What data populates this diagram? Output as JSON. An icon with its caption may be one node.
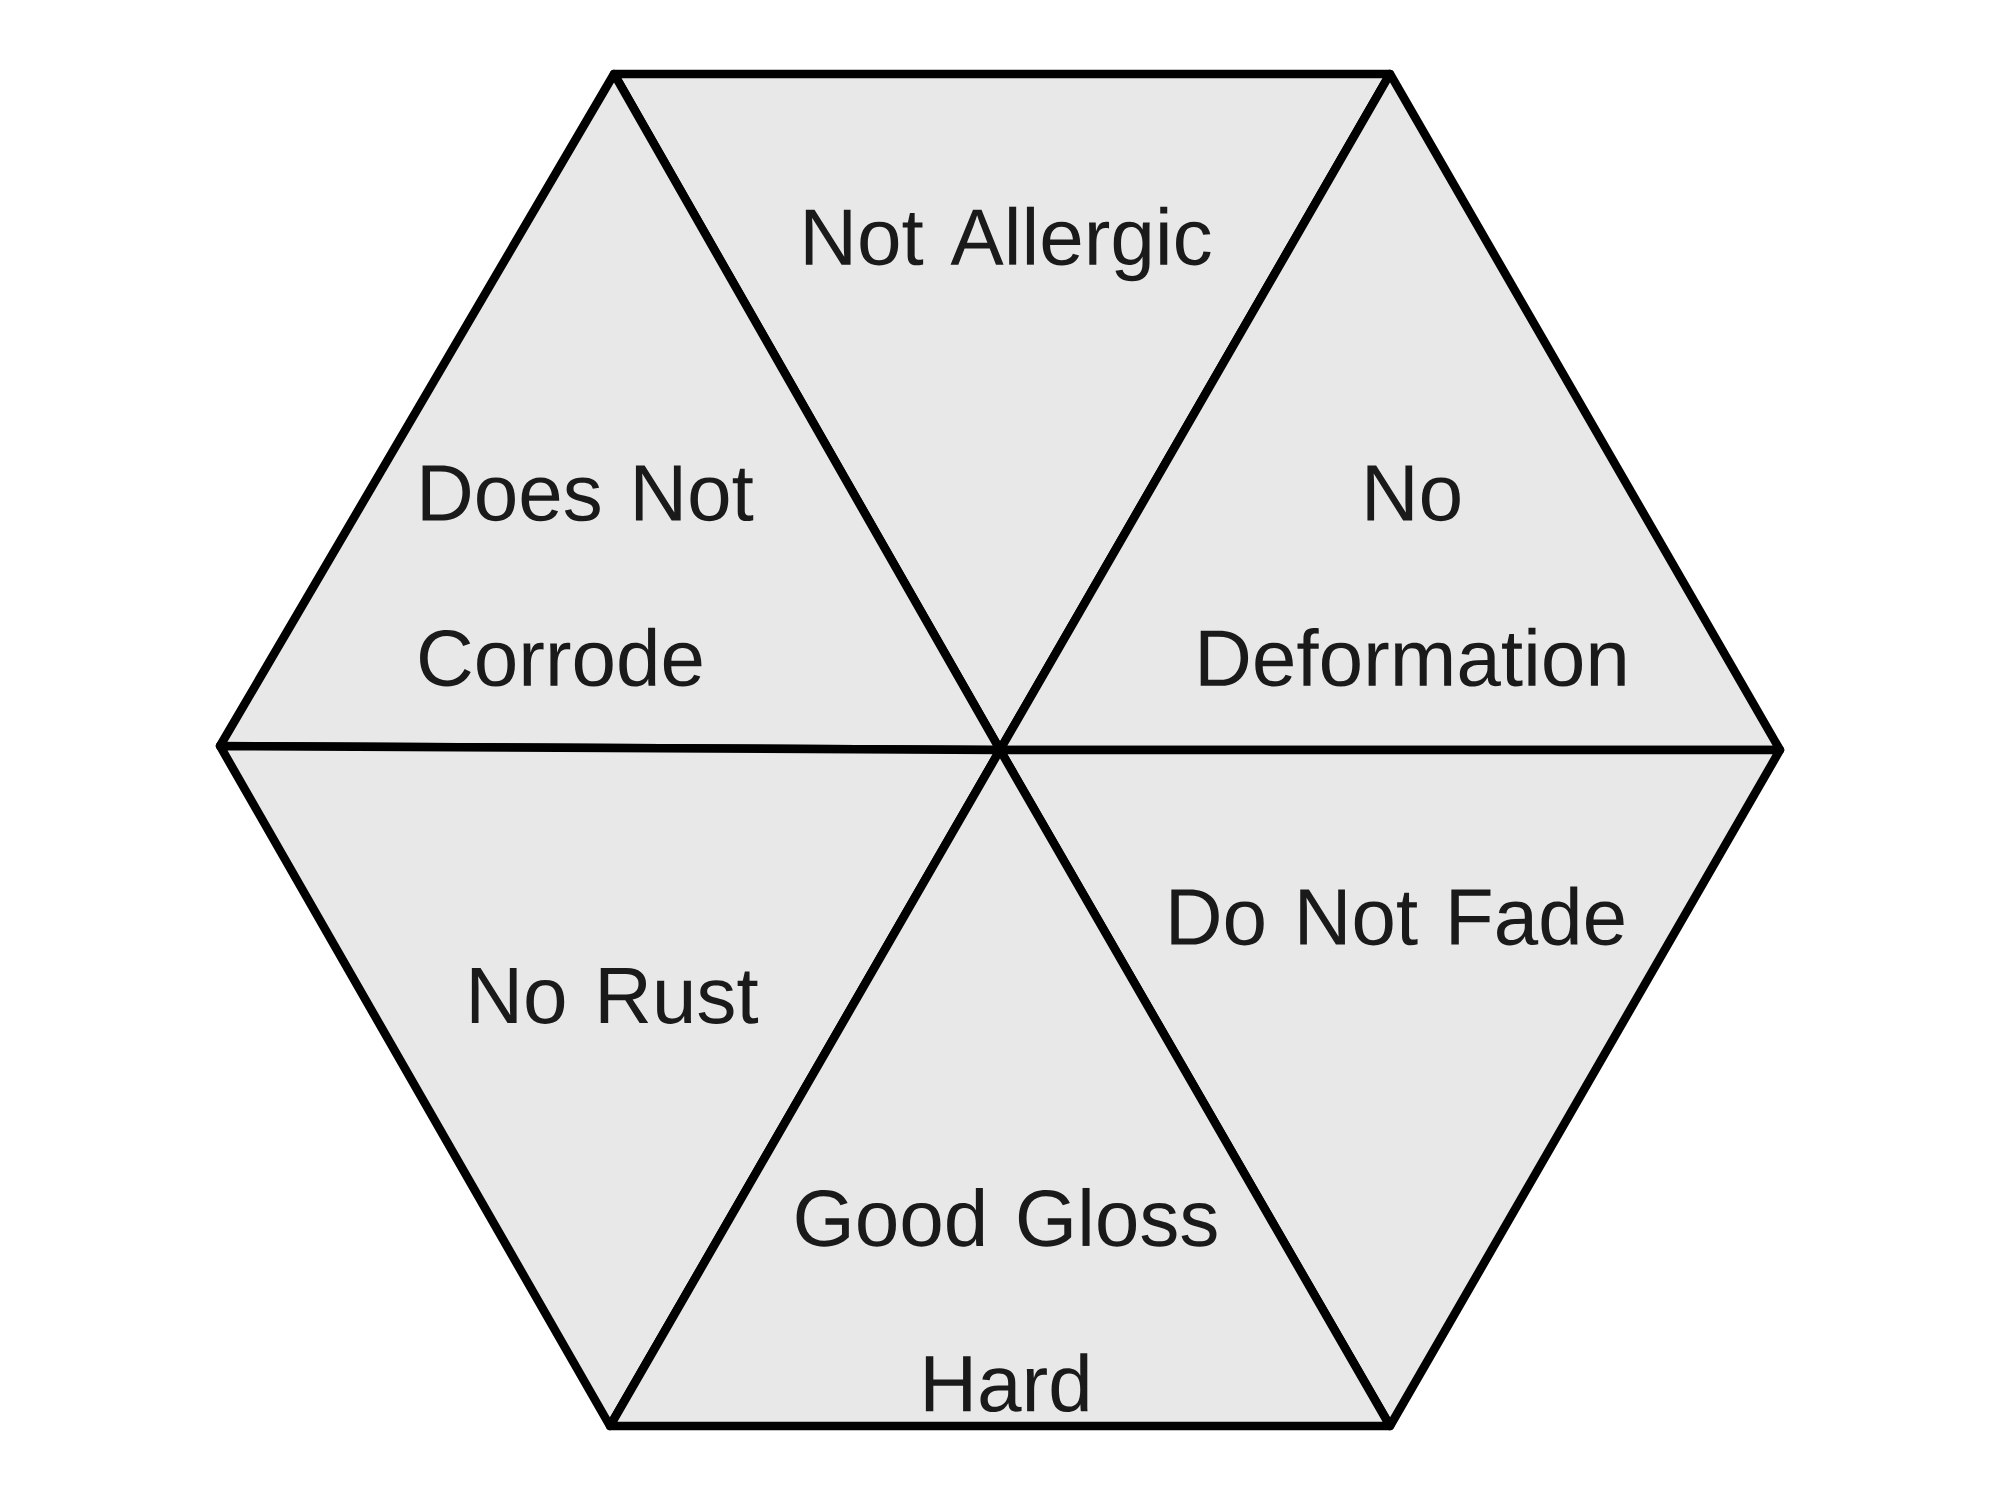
{
  "diagram": {
    "nodes": [
      {
        "text": [
          "Not Allergic"
        ]
      },
      {
        "text": [
          "Does Not Corrode"
        ]
      },
      {
        "text": [
          "No Deformation"
        ]
      },
      {
        "text": [
          "No Rust"
        ]
      },
      {
        "text": [
          "Do Not Fade"
        ]
      },
      {
        "text": [
          "Good Gloss Hard"
        ]
      }
    ]
  }
}
